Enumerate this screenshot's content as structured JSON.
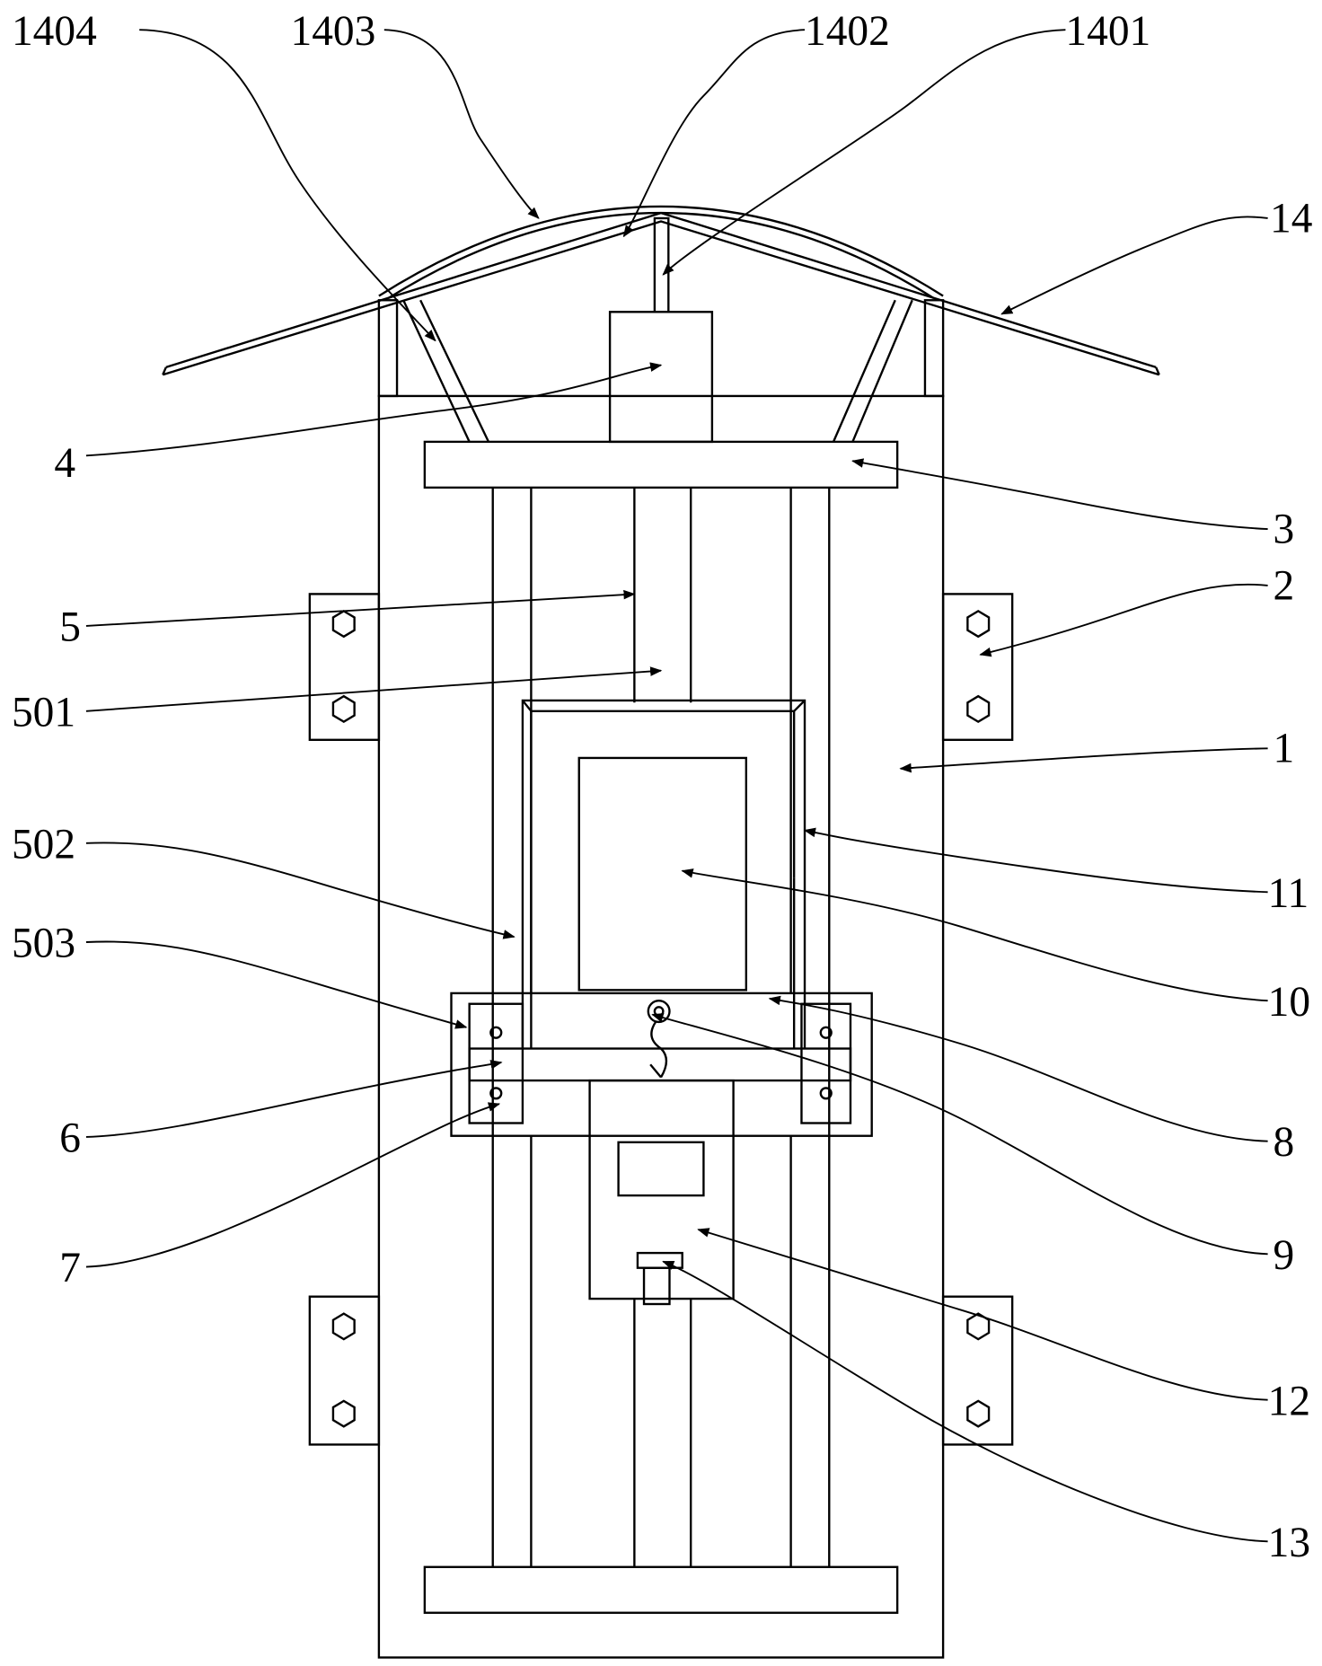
{
  "labels": {
    "l1404": "1404",
    "l1403": "1403",
    "l1402": "1402",
    "l1401": "1401",
    "l14": "14",
    "l4": "4",
    "l3": "3",
    "l5": "5",
    "l2": "2",
    "l501": "501",
    "l1": "1",
    "l502": "502",
    "l11": "11",
    "l503": "503",
    "l10": "10",
    "l6": "6",
    "l8": "8",
    "l7": "7",
    "l9": "9",
    "l12": "12",
    "l13": "13"
  }
}
